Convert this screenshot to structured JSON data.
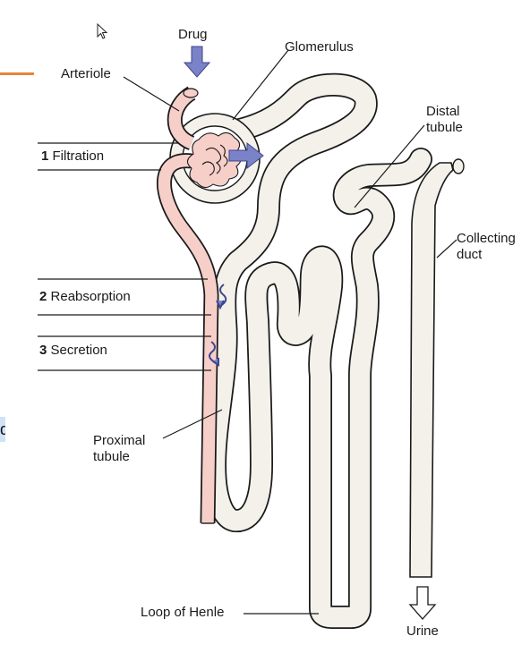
{
  "labels": {
    "drug": "Drug",
    "glomerulus": "Glomerulus",
    "arteriole": "Arteriole",
    "distal_tubule": [
      "Distal",
      "tubule"
    ],
    "filtration_num": "1",
    "filtration": "Filtration",
    "collecting_duct": [
      "Collecting",
      "duct"
    ],
    "reabsorption_num": "2",
    "reabsorption": "Reabsorption",
    "secretion_num": "3",
    "secretion": "Secretion",
    "proximal_tubule": [
      "Proximal",
      "tubule"
    ],
    "loop_of_henle": "Loop of Henle",
    "urine": "Urine"
  },
  "slide_fragment": {
    "text": "d"
  },
  "colors": {
    "blood_vessel": "#f7cfc9",
    "tubule": "#f3f1ea",
    "outline": "#1a1a1a",
    "arrow": "#7a82c8",
    "slide_accent": "#e8843c",
    "slide_highlight": "#cfe2f6"
  },
  "icons": [
    "pointer-cursor-icon",
    "drug-down-arrow-icon",
    "filtration-arrow-icon",
    "urine-down-arrow-icon"
  ]
}
